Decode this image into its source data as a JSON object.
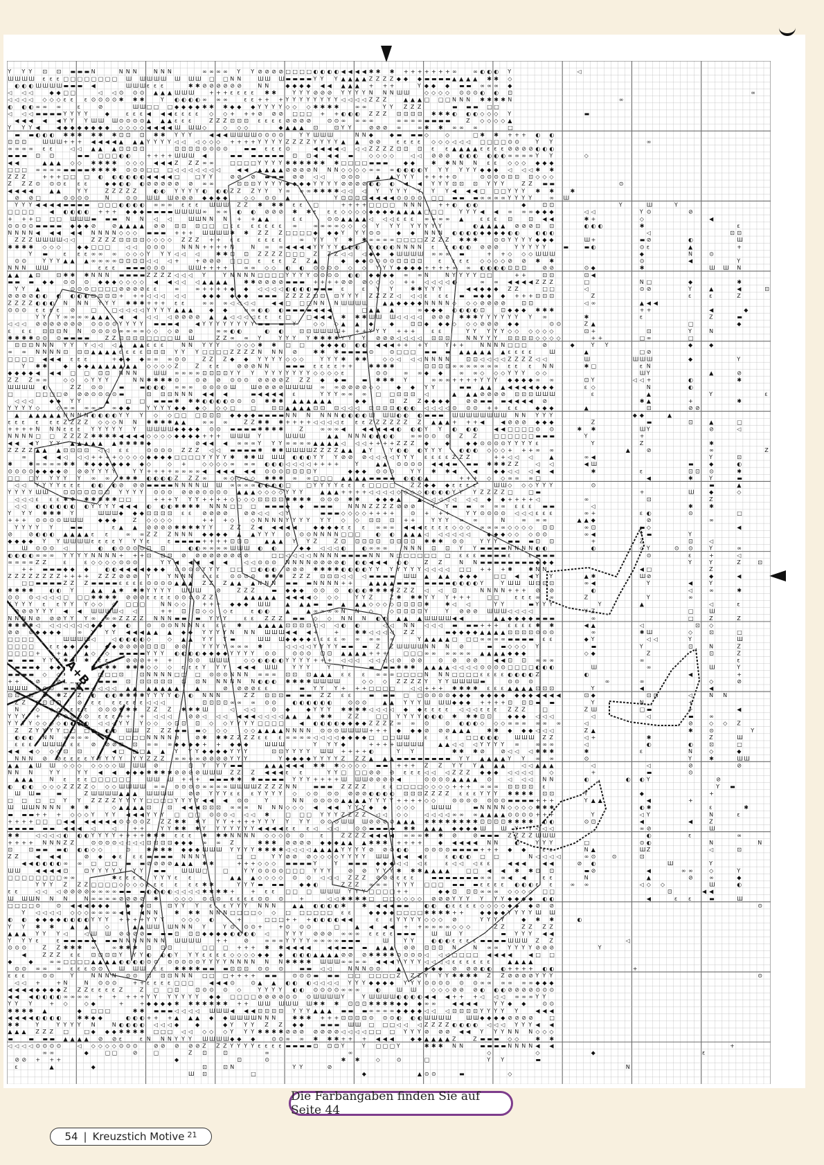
{
  "pattern": {
    "symbol_legend_note": "Die Farbangaben finden Sie auf Seite 44",
    "zone_label": "A+B",
    "grid_columns": 110,
    "grid_rows": 146,
    "symbols": [
      "∞",
      "N",
      "◆",
      "▬",
      "⊘",
      "Y",
      "Y",
      "◐",
      "Z",
      "◁",
      "◀",
      "Ш",
      "+",
      "⊙",
      "◇",
      "✱",
      "□",
      "⊡",
      "ε",
      "▲"
    ]
  },
  "footer": {
    "page_number": "54",
    "separator": "|",
    "magazine": "Kreuzstich Motive",
    "issue": "21"
  },
  "colors": {
    "page_background": "#f8f0df",
    "note_border": "#7d3c8c",
    "grid_line": "#b4b4b4",
    "grid_line_bold": "#6a6a6a",
    "symbol": "#111111"
  }
}
